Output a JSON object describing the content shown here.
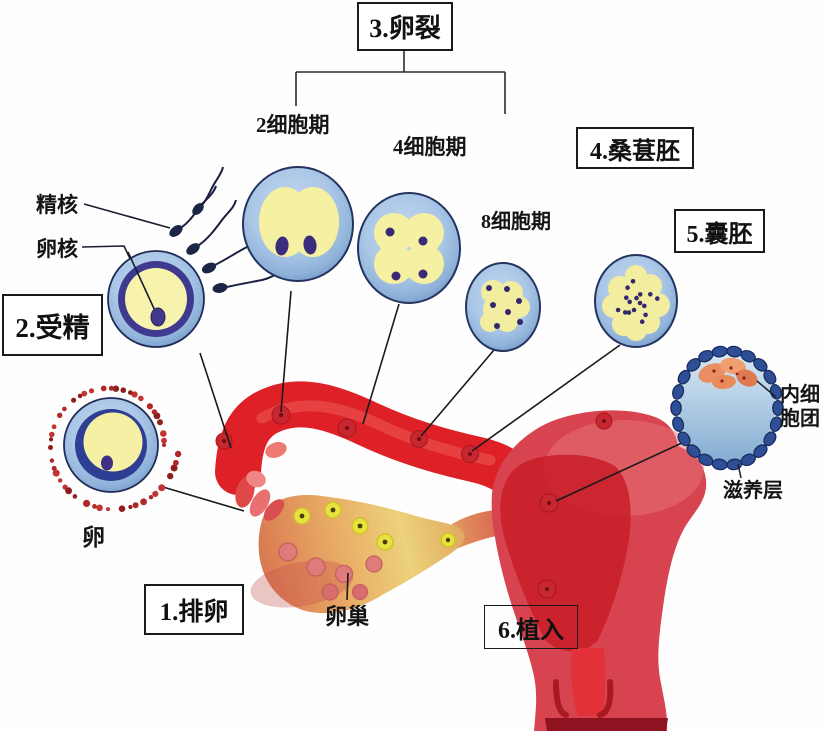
{
  "figure": {
    "boxes": {
      "ovulation": "1.排卵",
      "fertilization": "2.受精",
      "cleavage": "3.卵裂",
      "morula": "4.桑葚胚",
      "blastocyst": "5.囊胚",
      "implantation": "6.植入"
    },
    "cell_stage_labels": {
      "two_cell": "2细胞期",
      "four_cell": "4细胞期",
      "eight_cell": "8细胞期"
    },
    "part_labels": {
      "sperm_nucleus": "精核",
      "egg_nucleus": "卵核",
      "egg": "卵",
      "ovary": "卵巢",
      "inner_cell_mass": "内细胞团",
      "trophoblast": "滋养层"
    },
    "colors": {
      "tube_red": "#de2127",
      "uterus_red": "#d7434e",
      "endometrium_red": "#ca1f29",
      "cervix_dark_red": "#8e1220",
      "cell_blue": "#a9c6e6",
      "cell_rim_blue": "#6f93c4",
      "cytoplasm_yellow": "#f6f0a2",
      "nucleus_purple": "#3c2c7e",
      "zona_indigo": "#3d3a90",
      "trophoblast_blue": "#2e4f96",
      "icm_orange": "#e8905f",
      "follicle_yellow": "#e8e23e",
      "follicle_pink": "#df7b7b",
      "corona_dot_red": "#b02828",
      "label_ink": "#1a1a1a"
    }
  }
}
